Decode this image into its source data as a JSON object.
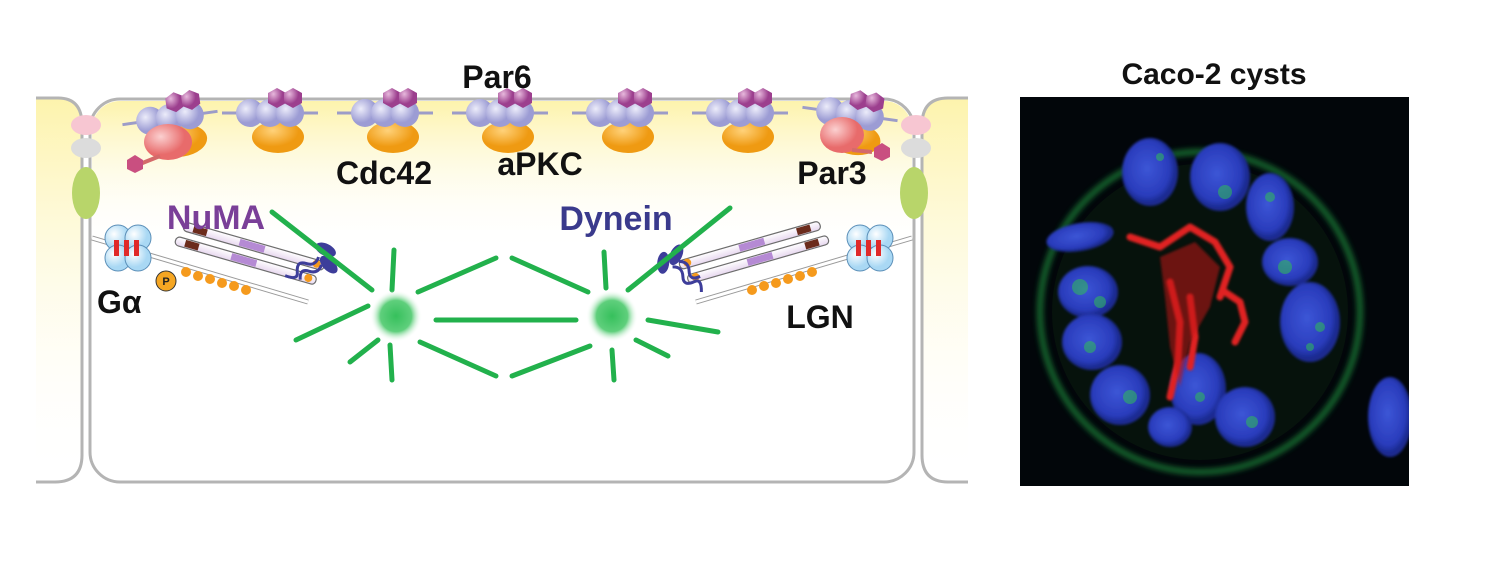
{
  "labels": {
    "par6": "Par6",
    "cdc42": "Cdc42",
    "apkc": "aPKC",
    "par3": "Par3",
    "numa": "NuMA",
    "dynein": "Dynein",
    "galpha_g": "G",
    "galpha_alpha": "α",
    "lgn": "LGN",
    "phospho": "P"
  },
  "micrograph": {
    "title": "Caco-2 cysts"
  },
  "colors": {
    "apical_yellow": "#fdf3b0",
    "cell_outline": "#b4b4b4",
    "microtubule_green": "#22b14c",
    "numa_purple": "#7a3f98",
    "dynein_navy": "#3a3a8c",
    "cdc42_orange": "#f5a623",
    "apkc_lavender": "#b8b8e2",
    "par6_magenta": "#a84f98",
    "par3_pink": "#ef8a8a",
    "junction_green": "#b8d56a",
    "nucleus_blue": "#2c3cbf",
    "actin_red": "#e02222"
  }
}
